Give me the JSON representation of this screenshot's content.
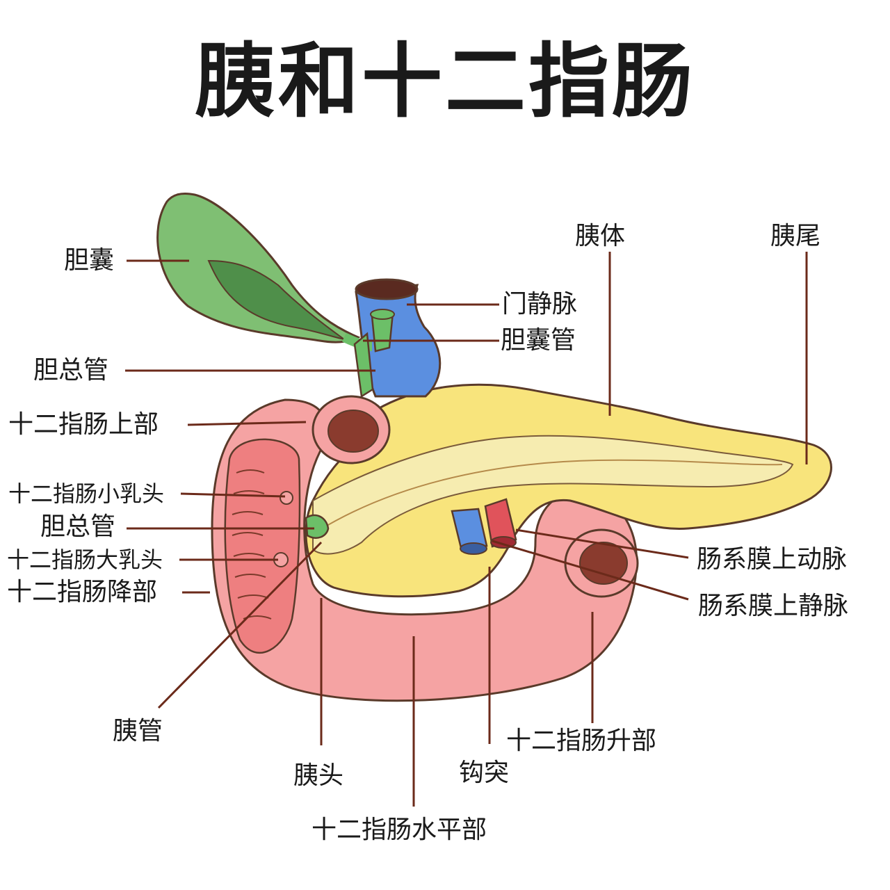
{
  "title": "胰和十二指肠",
  "labels": {
    "gallbladder": "胆囊",
    "portal_vein": "门静脉",
    "cystic_duct": "胆囊管",
    "common_bile_duct_upper": "胆总管",
    "duodenum_superior": "十二指肠上部",
    "minor_papilla": "十二指肠小乳头",
    "common_bile_duct_lower": "胆总管",
    "major_papilla": "十二指肠大乳头",
    "duodenum_descending": "十二指肠降部",
    "pancreatic_duct": "胰管",
    "pancreas_head": "胰头",
    "duodenum_horizontal": "十二指肠水平部",
    "uncinate_process": "钩突",
    "duodenum_ascending": "十二指肠升部",
    "pancreas_body": "胰体",
    "pancreas_tail": "胰尾",
    "sma": "肠系膜上动脉",
    "smv": "肠系膜上静脉"
  },
  "colors": {
    "gallbladder": "#7fbf73",
    "gallbladder_inner": "#4f8f4a",
    "portal_vein": "#5b8fe0",
    "bile_duct": "#6cbf68",
    "duodenum": "#f5a3a3",
    "duodenum_lumen": "#8a3b2e",
    "pancreas": "#f8e47c",
    "pancreatic_duct": "#f6ecb0",
    "artery": "#e0535b",
    "vein": "#5b8fe0",
    "leader": "#6b2a1a",
    "outline": "#5a3a2a"
  }
}
